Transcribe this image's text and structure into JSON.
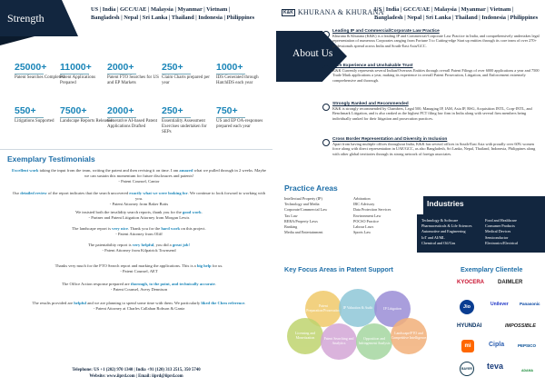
{
  "strength": {
    "title": "Strength"
  },
  "locations": {
    "line1": "US | India | GCC/UAE | Malaysia | Myanmar | Vietnam |",
    "line2": "Bangladesh | Nepal | Sri Lanka | Thailand | Indonesia | Philippines"
  },
  "brand": {
    "name": "KHURANA & KHURANA",
    "mark": "K&K"
  },
  "stats": [
    {
      "num": "25000+",
      "label": "Patent Searches Completed"
    },
    {
      "num": "11000+",
      "label": "Patent Applications Prepared"
    },
    {
      "num": "2000+",
      "label": "Patent FTO Searches for US and EP Markets"
    },
    {
      "num": "250+",
      "label": "Claim Charts prepared per year"
    },
    {
      "num": "1000+",
      "label": "IDS Generated through HatchIDS each year"
    },
    {
      "num": "550+",
      "label": "Litigations Supported"
    },
    {
      "num": "7500+",
      "label": "Landscape Reports Released"
    },
    {
      "num": "2000+",
      "label": "Generative AI-based Patent Applications Drafted"
    },
    {
      "num": "250+",
      "label": "Essentiality Assessment Exercises undertaken for SEPs"
    },
    {
      "num": "750+",
      "label": "US and EP OA-responses prepared each year"
    }
  ],
  "testimonials": {
    "title": "Exemplary Testimonials",
    "items": [
      {
        "pre": "",
        "hl1": "Excellent work",
        "mid": " taking the input from the team, writing the patent and then revising it on time. I am ",
        "hl2": "amazed",
        "post": " what we pulled through in 2 weeks. Maybe we can sustain this momentum for future disclosures and patents!",
        "by": "- Patent Counsel, Cantor"
      },
      {
        "pre": "Our ",
        "hl1": "detailed review",
        "mid": " of the report indicates that the search uncovered ",
        "hl2": "exactly what we were looking for",
        "post": ". We continue to look forward to working with you.",
        "by": "- Patent Attorney from Baker Botts"
      },
      {
        "pre": "We insisted both the invalidity search reports, thank you for the ",
        "hl1": "good work",
        "mid": ".",
        "hl2": "",
        "post": "",
        "by": "- Partner and Patent Litigation Attorney from Morgan Lewis"
      },
      {
        "pre": "The landscape report is ",
        "hl1": "very nice",
        "mid": ". Thank you for the ",
        "hl2": "hard work",
        "post": " on this project.",
        "by": "- Patent Attorney from Oliff"
      },
      {
        "pre": "The patentability report is ",
        "hl1": "very helpful",
        "mid": ", you did a ",
        "hl2": "great job!",
        "post": "",
        "by": "- Patent Attorney from Kilpatrick Townsend"
      },
      {
        "pre": "Thanks very much for the FTO Search report and marking the applications. This is a ",
        "hl1": "big help",
        "mid": " for us.",
        "hl2": "",
        "post": "",
        "by": "- Patent Counsel, AET"
      },
      {
        "pre": "The Office Action response prepared are ",
        "hl1": "thorough, to the point, and technically accurate",
        "mid": ".",
        "hl2": "",
        "post": "",
        "by": "- Patent Counsel, Avery Dennison"
      },
      {
        "pre": "The results provided are ",
        "hl1": "helpful",
        "mid": " and we are planning to spend some time with them. We particularly ",
        "hl2": "liked the Chen reference",
        "post": ".",
        "by": "- Patent Attorney at Charles Callahan Robson & Gantz"
      }
    ]
  },
  "contact": {
    "phone": "Telephone: US +1 (202) 970 1340 | India +91 (120) 313 2515, 350 5740",
    "web": "Website: www.iiprd.com | Email: iiprd@iiprd.com"
  },
  "about": {
    "title": "About Us",
    "items": [
      {
        "title": "Leading IP and Commercial/Corporate Law Practice",
        "desc": "Khurana & Khurana (K&K) is a leading IP and Commercial/Corporate Law Practice in India, and comprehensively undertakes legal representation of numerous Corporates ranging from Fortune 5 to Cutting-edge Start up entities through its core team of over 270+ professionals spread across India and South-East Asia/GCC."
      },
      {
        "title": "Rich Experience and Unshakable Trust",
        "desc": "K&K Currently represents several Indian/Overseas Entities through overall Patent Filings of over 6000 applications a year and 7500 Trade Mark applications a year, making its experience in overall Patent Prosecution, Litigation, and Enforcement extremely comprehensive and thorough."
      },
      {
        "title": "Strongly Ranked and Recommended",
        "desc": "K&K is strongly recommended by Chambers, Legal 500, Managing IP, IAM, Asia IP, RSG, Acquisition INTL, Corp-INTL, and Benchmark Litigation, and is also ranked as the highest PCT filing law firm in India along with several firm members being individually ranked for their litigation and prosecution practices."
      },
      {
        "title": "Cross Border Representation and Diversity in Inclusion",
        "desc": "Apart from having multiple offices throughout India, K&K has several offices in South-East Asia with proudly over 60% women force along with direct representation in UAE/GCC, as also Bangladesh, Sri Lanka, Nepal, Thailand, Indonesia, Philippines along with other global territories through its strong network of foreign associates."
      }
    ]
  },
  "practice": {
    "title": "Practice Areas",
    "col1": [
      "Intellectual Property (IP)",
      "Technology and Media",
      "Corporate/Commercial Law",
      "Tax Law",
      "RERA/Property Laws",
      "Banking",
      "Media and Entertainment"
    ],
    "col2": [
      "Arbitration",
      "IBC Advisory",
      "Data Protection Services",
      "Environment Law",
      "POCSO Practice",
      "Labour Laws",
      "Sports Law"
    ]
  },
  "industries": {
    "title": "Industries",
    "col1": [
      "Technology & Software",
      "Pharmaceuticals & Life Sciences",
      "Automotive and Engineering",
      "IoT and AI/ML",
      "Chemical and Oil/Gas"
    ],
    "col2": [
      "Food and Healthcare",
      "Consumer Products",
      "Medical Devices",
      "Semiconductor",
      "Electronics/Electrical"
    ]
  },
  "focus": {
    "title": "Key Focus Areas in Patent Support",
    "circles": [
      "Patent Preparation/Prosecution",
      "IP Valuation & Audit",
      "IP Litigation",
      "Licensing and Monetization",
      "Patent Searching and Analytics",
      "Opposition and Infringement Analysis",
      "Landscape/FTO and Competitive Intelligence"
    ]
  },
  "clientele": {
    "title": "Exemplary Clientele",
    "logos": [
      "KYOCERA",
      "DAIMLER",
      "Jio",
      "Unilever",
      "Panasonic",
      "HYUNDAI",
      "IMPOSSIBLE",
      "mi",
      "Cipla",
      "PEPSICO",
      "BAYER",
      "teva",
      "ADAMA"
    ]
  },
  "colors": {
    "navy": "#12263f",
    "accent": "#1a85b8"
  }
}
